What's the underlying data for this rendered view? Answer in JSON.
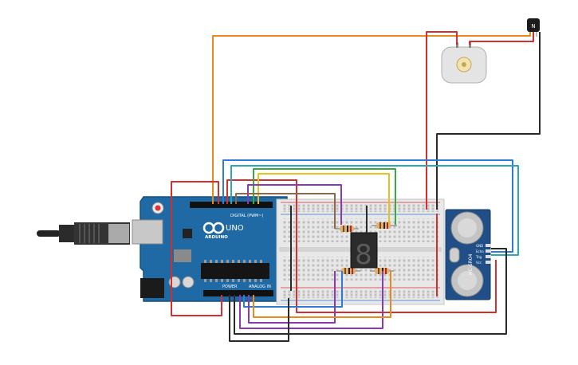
{
  "arduino": {
    "brand": "ARDUINO",
    "model": "UNO",
    "header_digital": "DIGITAL (PWM~)",
    "header_power": "POWER",
    "header_analog": "ANALOG IN"
  },
  "display": {
    "digit": "8"
  },
  "sensor": {
    "model": "HC-SR04",
    "pins": [
      "GND",
      "Echo",
      "Trig",
      "Vcc"
    ]
  },
  "transistor": {
    "label": "N"
  },
  "colors": {
    "red": "#d32f2f",
    "orange": "#e8891c",
    "black": "#2a2a2a",
    "blue": "#2e7bd4",
    "teal": "#2aa8b8",
    "green": "#3aa845",
    "yellow": "#e6c21a",
    "brown": "#8a6a4a",
    "purple": "#8a3ab0",
    "board": "#1f6aa5"
  }
}
